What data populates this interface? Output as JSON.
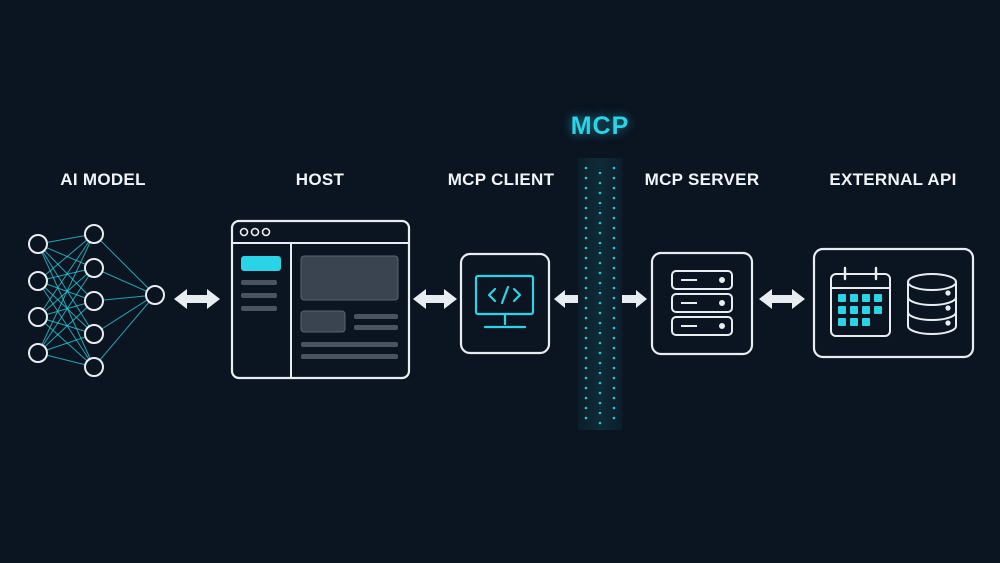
{
  "title": "MCP",
  "components": [
    {
      "id": "ai-model",
      "label": "AI MODEL"
    },
    {
      "id": "host",
      "label": "HOST"
    },
    {
      "id": "mcp-client",
      "label": "MCP CLIENT"
    },
    {
      "id": "mcp-server",
      "label": "MCP SERVER"
    },
    {
      "id": "external-api",
      "label": "EXTERNAL API"
    }
  ],
  "colors": {
    "background": "#0b1421",
    "stroke": "#e8edf2",
    "accent": "#2ad4e6",
    "panel": "#3a4350",
    "bar": "#4a5360"
  },
  "icons": [
    "neural-network-icon",
    "browser-window-icon",
    "monitor-code-icon",
    "server-stack-icon",
    "calendar-icon",
    "database-icon"
  ]
}
